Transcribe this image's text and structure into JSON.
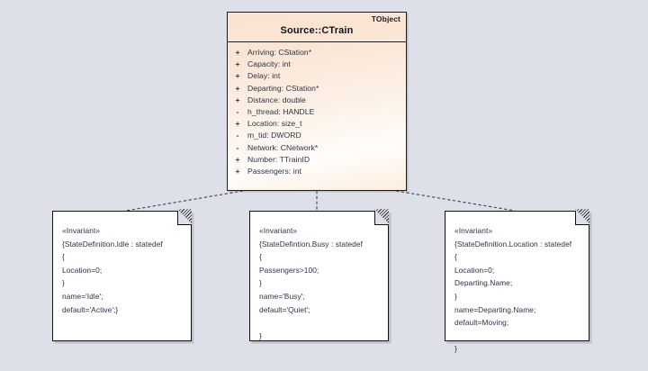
{
  "diagram": {
    "background_color": "#dde0e9",
    "type": "uml-class-diagram"
  },
  "class_box": {
    "stereotype": "TObject",
    "title": "Source::CTrain",
    "header_color": "#fae3d0",
    "attributes": [
      {
        "visibility": "+",
        "signature": "Arriving: CStation*"
      },
      {
        "visibility": "+",
        "signature": "Capacity: int"
      },
      {
        "visibility": "+",
        "signature": "Delay: int"
      },
      {
        "visibility": "+",
        "signature": "Departing: CStation*"
      },
      {
        "visibility": "+",
        "signature": "Distance: double"
      },
      {
        "visibility": "-",
        "signature": "h_thread: HANDLE"
      },
      {
        "visibility": "+",
        "signature": "Location: size_t"
      },
      {
        "visibility": "-",
        "signature": "m_tid: DWORD"
      },
      {
        "visibility": "-",
        "signature": "Network: CNetwork*"
      },
      {
        "visibility": "+",
        "signature": "Number: TTrainID"
      },
      {
        "visibility": "+",
        "signature": "Passengers: int"
      }
    ]
  },
  "notes": [
    {
      "id": "note-idle",
      "name": "note-invariant-idle",
      "lines": [
        "«Invariant»",
        "{StateDefinition.Idle : statedef",
        "{",
        "Location=0;",
        "}",
        "name='Idle';",
        "default='Active';}"
      ]
    },
    {
      "id": "note-busy",
      "name": "note-invariant-busy",
      "lines": [
        "«Invariant»",
        "{StateDefintion.Busy : statedef",
        "{",
        "Passengers>100;",
        "}",
        "name='Busy';",
        "default='Quiet';",
        "",
        "}"
      ]
    },
    {
      "id": "note-location",
      "name": "note-invariant-location",
      "lines": [
        "«Invariant»",
        "{StateDefinition.Location : statedef",
        "{",
        "Location=0;",
        "Departing.Name;",
        "}",
        "name=Departing.Name;",
        "default=Moving;",
        "",
        "}"
      ]
    }
  ],
  "connectors": [
    {
      "name": "connector-class-to-idle",
      "style": "dashed",
      "color": "#3b3f52"
    },
    {
      "name": "connector-class-to-busy",
      "style": "dashed",
      "color": "#3b3f52"
    },
    {
      "name": "connector-class-to-location",
      "style": "dashed",
      "color": "#3b3f52"
    }
  ]
}
